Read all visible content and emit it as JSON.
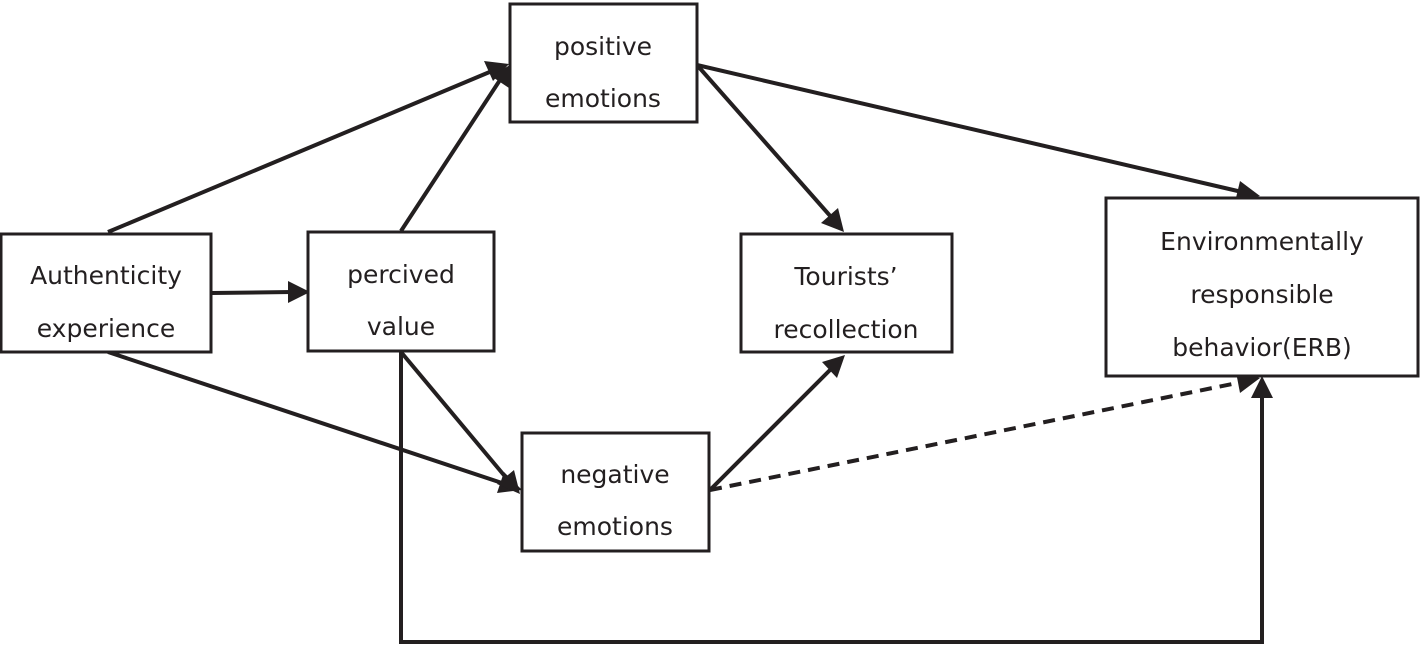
{
  "nodes": {
    "authenticity": {
      "line1": "Authenticity",
      "line2": "experience"
    },
    "perceived_value": {
      "line1": "percived",
      "line2": "value"
    },
    "positive": {
      "line1": "positive",
      "line2": "emotions"
    },
    "negative": {
      "line1": "negative",
      "line2": "emotions"
    },
    "recollection": {
      "line1": "Tourists’",
      "line2": "recollection"
    },
    "erb": {
      "line1": "Environmentally",
      "line2": "responsible",
      "line3": "behavior(ERB)"
    }
  },
  "edges": [
    {
      "from": "authenticity",
      "to": "perceived_value",
      "style": "solid"
    },
    {
      "from": "authenticity",
      "to": "positive",
      "style": "solid"
    },
    {
      "from": "authenticity",
      "to": "negative",
      "style": "solid"
    },
    {
      "from": "perceived_value",
      "to": "positive",
      "style": "solid"
    },
    {
      "from": "perceived_value",
      "to": "negative",
      "style": "solid"
    },
    {
      "from": "perceived_value",
      "to": "erb",
      "style": "solid"
    },
    {
      "from": "positive",
      "to": "recollection",
      "style": "solid"
    },
    {
      "from": "positive",
      "to": "erb",
      "style": "solid"
    },
    {
      "from": "negative",
      "to": "recollection",
      "style": "solid"
    },
    {
      "from": "negative",
      "to": "erb",
      "style": "dashed"
    }
  ],
  "colors": {
    "stroke": "#231f20",
    "background": "#ffffff"
  }
}
